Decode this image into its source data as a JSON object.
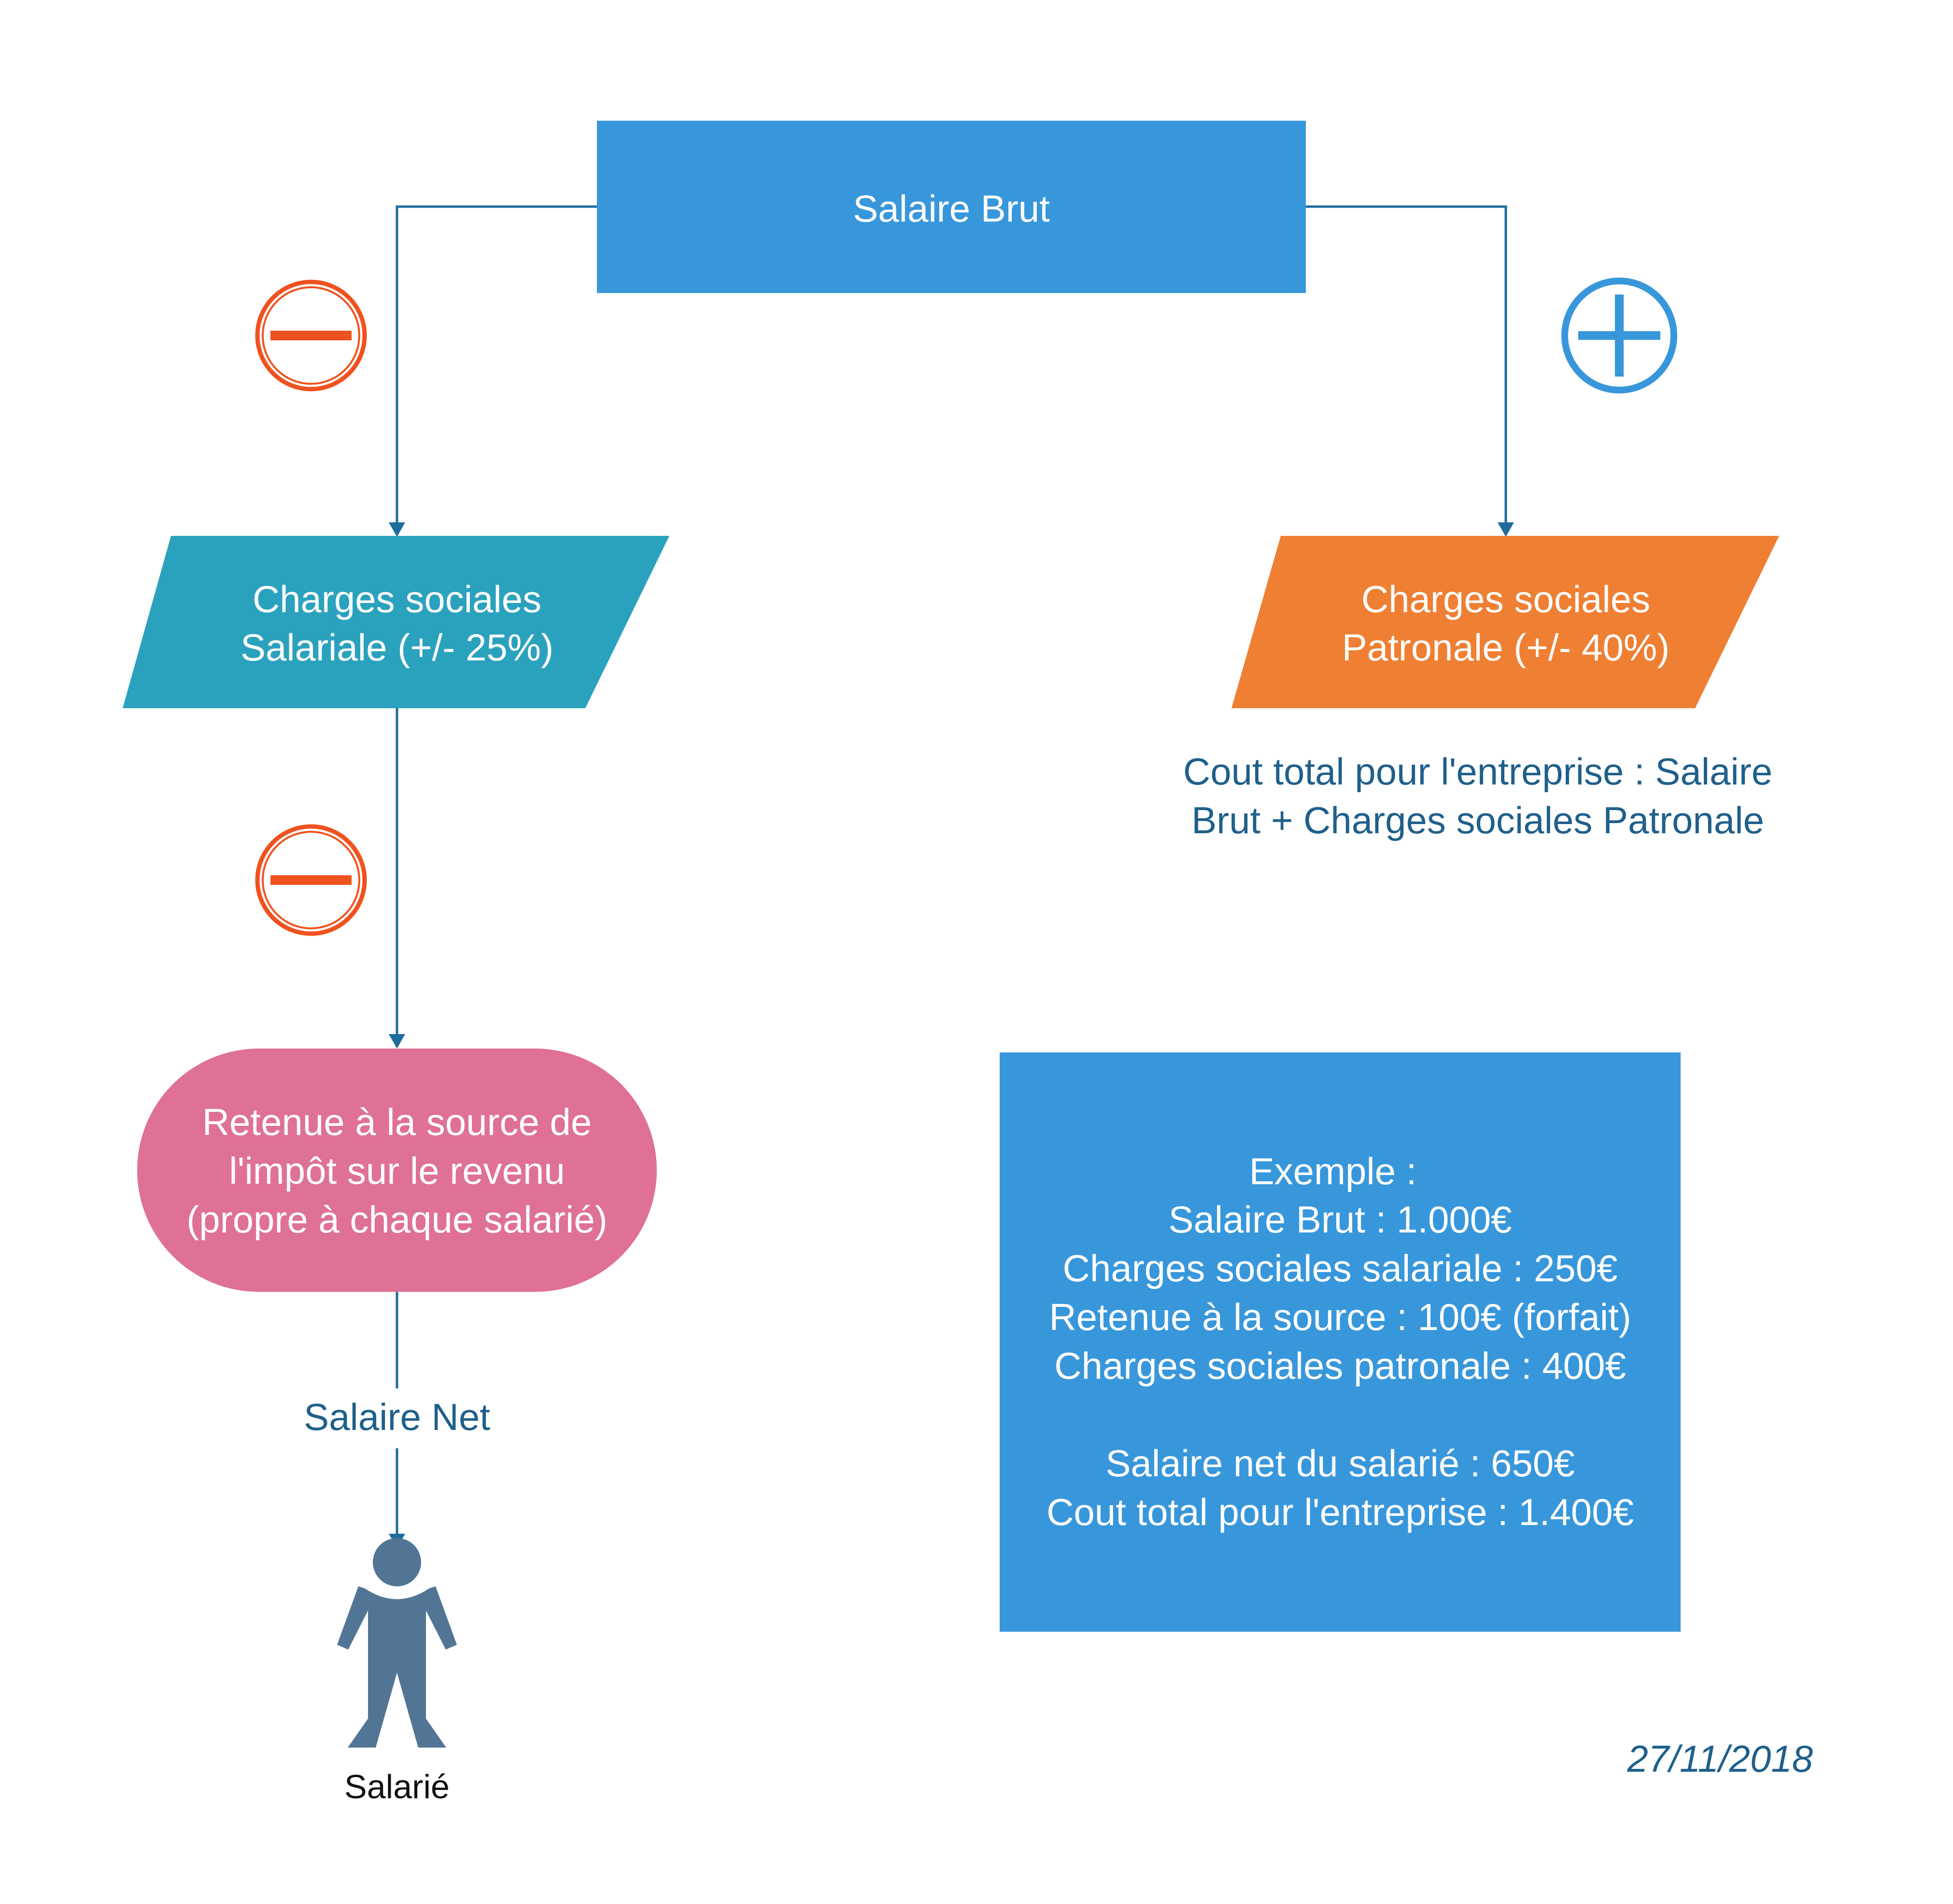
{
  "colors": {
    "background": "#ffffff",
    "brut_box": "#3897db",
    "salariale_box": "#2ba2bd",
    "patronale_box": "#ef7f33",
    "retenue_box": "#df7194",
    "example_box": "#3897db",
    "connector": "#1f6c9e",
    "minus_icon": "#f0521f",
    "plus_icon": "#3897db",
    "person_icon": "#527596",
    "caption_text": "#1f5f8b",
    "box_text": "#ffffff",
    "label_text": "#111111"
  },
  "nodes": {
    "salaire_brut": "Salaire Brut",
    "charges_salariale_line1": "Charges sociales",
    "charges_salariale_line2": "Salariale (+/- 25%)",
    "charges_patronale_line1": "Charges sociales",
    "charges_patronale_line2": "Patronale (+/- 40%)",
    "retenue_line1": "Retenue à la source de",
    "retenue_line2": "l'impôt sur le revenu",
    "retenue_line3": "(propre à chaque salarié)"
  },
  "labels": {
    "cout_total_line1": "Cout total pour l'entreprise : Salaire",
    "cout_total_line2": "Brut + Charges sociales Patronale",
    "salaire_net": "Salaire Net",
    "salarie": "Salarié",
    "date": "27/11/2018"
  },
  "example": {
    "lines": [
      "Exemple :",
      "Salaire Brut : 1.000€",
      "Charges sociales salariale : 250€",
      "Retenue à la source : 100€ (forfait)",
      "Charges sociales patronale : 400€",
      "",
      "Salaire net du salarié : 650€",
      "Cout total pour l'entreprise : 1.400€"
    ]
  },
  "icons": {
    "minus_top": "minus-circle-icon",
    "minus_bottom": "minus-circle-icon",
    "plus": "plus-circle-icon",
    "person": "person-icon"
  }
}
